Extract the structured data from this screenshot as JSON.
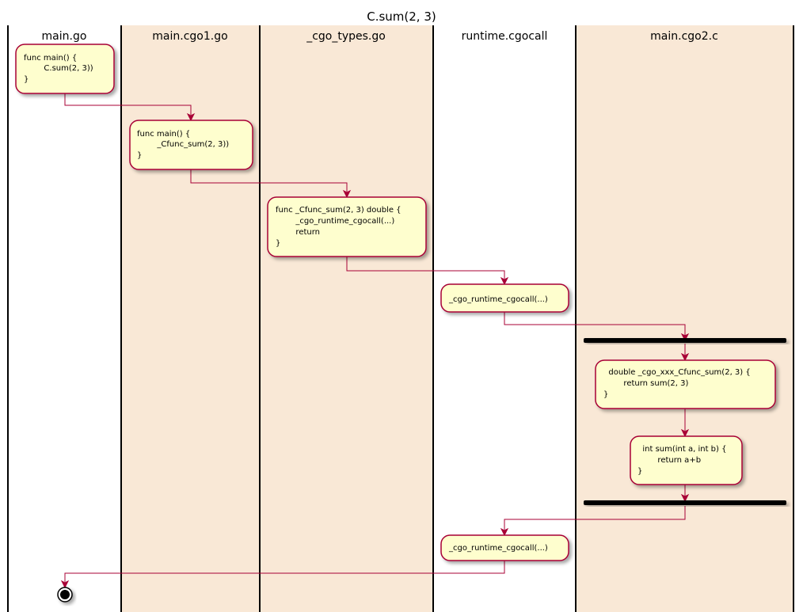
{
  "diagram": {
    "title": "C.sum(2, 3)",
    "colors": {
      "lane_tinted": "#F9E8D6",
      "lane_plain": "#FFFFFF",
      "node_fill": "#FEFECE",
      "node_border": "#A80036",
      "arrow": "#A80036",
      "line": "#000000"
    },
    "lanes": [
      {
        "id": "maingo",
        "title": "main.go"
      },
      {
        "id": "cgo1",
        "title": "main.cgo1.go"
      },
      {
        "id": "types",
        "title": "_cgo_types.go"
      },
      {
        "id": "runtime",
        "title": "runtime.cgocall"
      },
      {
        "id": "cgo2c",
        "title": "main.cgo2.c"
      }
    ],
    "nodes": [
      {
        "id": "n1",
        "lane": "maingo",
        "lines": [
          "func main() {",
          "        C.sum(2, 3))",
          "}"
        ]
      },
      {
        "id": "n2",
        "lane": "cgo1",
        "lines": [
          "func main() {",
          "        _Cfunc_sum(2, 3))",
          "}"
        ]
      },
      {
        "id": "n3",
        "lane": "types",
        "lines": [
          "func _Cfunc_sum(2, 3) double {",
          "        _cgo_runtime_cgocall(...)",
          "        return",
          "}"
        ]
      },
      {
        "id": "n4",
        "lane": "runtime",
        "lines": [
          "_cgo_runtime_cgocall(...)"
        ]
      },
      {
        "id": "n5",
        "lane": "cgo2c",
        "lines": [
          "  double _cgo_xxx_Cfunc_sum(2, 3) {",
          "        return sum(2, 3)",
          "}"
        ]
      },
      {
        "id": "n6",
        "lane": "cgo2c",
        "lines": [
          "  int sum(int a, int b) {",
          "        return a+b",
          "}"
        ]
      },
      {
        "id": "n7",
        "lane": "runtime",
        "lines": [
          "_cgo_runtime_cgocall(...)"
        ]
      }
    ],
    "bars": [
      "fork",
      "join"
    ],
    "end": "stop"
  }
}
